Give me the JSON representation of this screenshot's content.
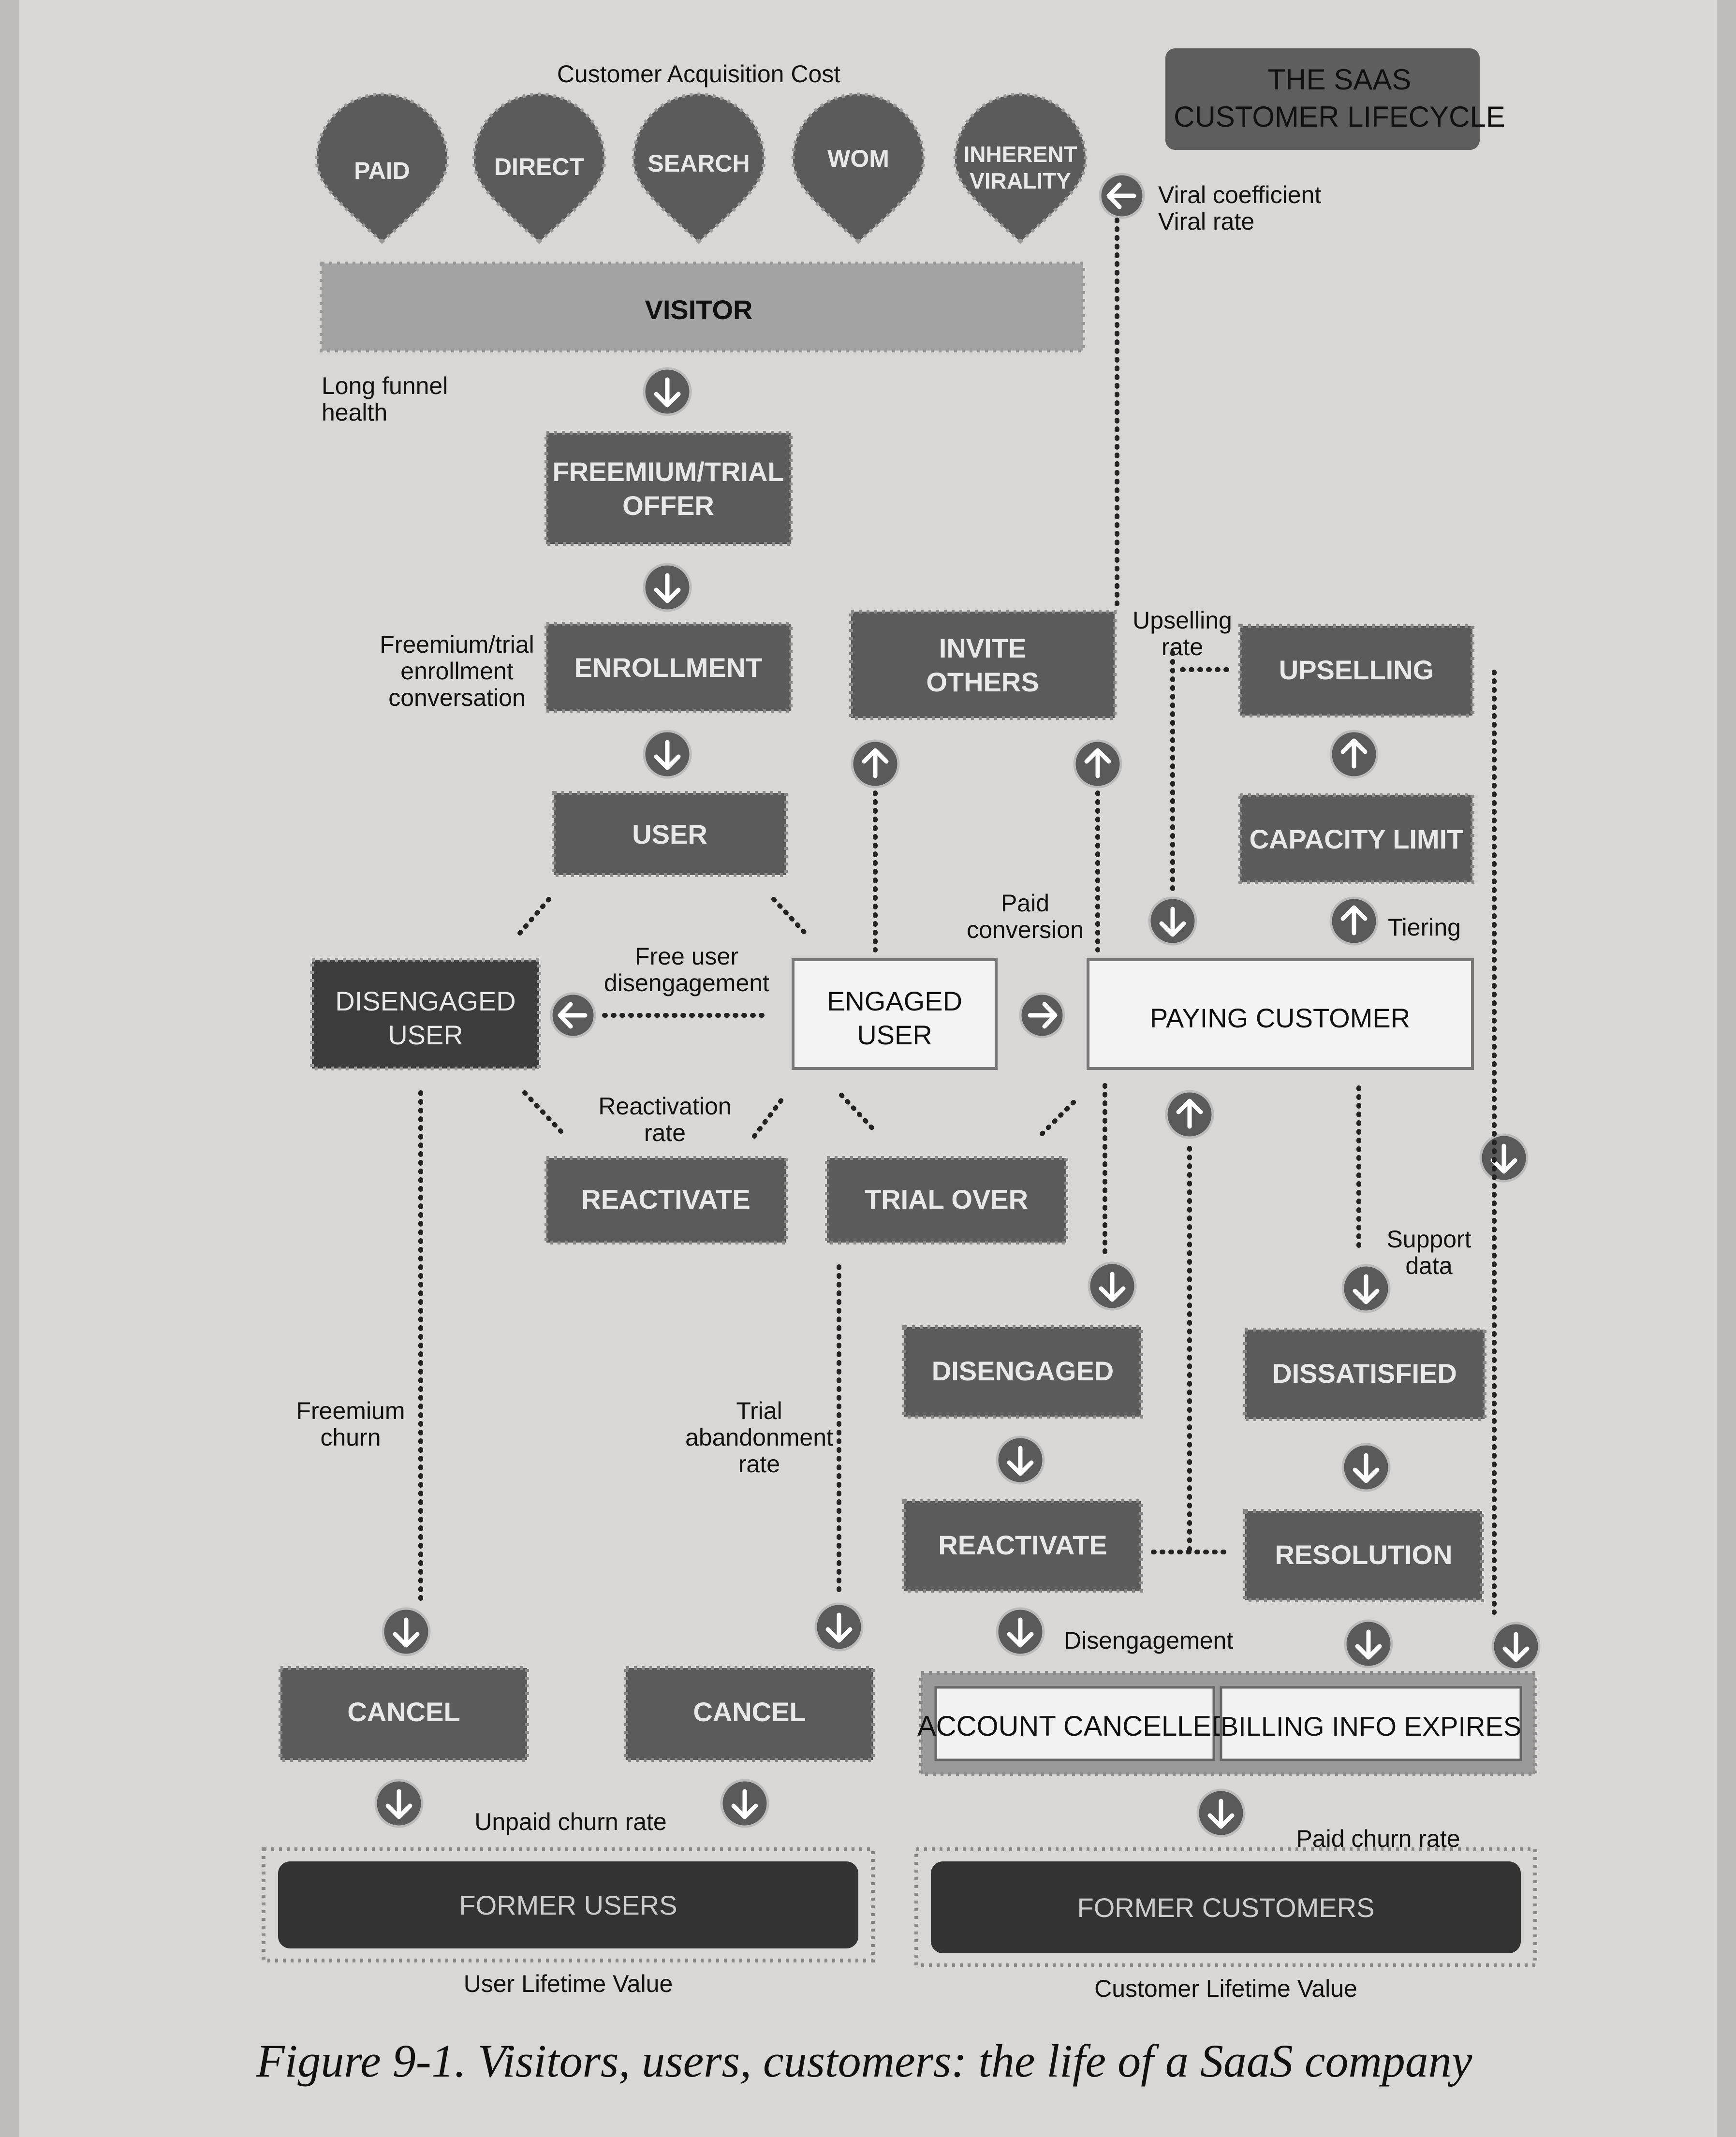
{
  "diagram": {
    "badge_line1": "THE SAAS",
    "badge_line2": "CUSTOMER LIFECYCLE",
    "acquisition_cost_label": "Customer Acquisition Cost",
    "channels": [
      "PAID",
      "DIRECT",
      "SEARCH",
      "WOM",
      "INHERENT",
      "VIRALITY"
    ],
    "viral_line1": "Viral coefficient",
    "viral_line2": "Viral rate",
    "visitor": "VISITOR",
    "long_funnel_line1": "Long funnel",
    "long_funnel_line2": "health",
    "freemium_offer_line1": "FREEMIUM/TRIAL",
    "freemium_offer_line2": "OFFER",
    "enrollment_conv_line1": "Freemium/trial",
    "enrollment_conv_line2": "enrollment",
    "enrollment_conv_line3": "conversation",
    "enrollment": "ENROLLMENT",
    "invite_line1": "INVITE",
    "invite_line2": "OTHERS",
    "upselling_rate_line1": "Upselling",
    "upselling_rate_line2": "rate",
    "upselling": "UPSELLING",
    "user": "USER",
    "capacity_limit": "CAPACITY LIMIT",
    "paid_conv_line1": "Paid",
    "paid_conv_line2": "conversion",
    "tiering": "Tiering",
    "free_diseng_line1": "Free user",
    "free_diseng_line2": "disengagement",
    "disengaged_user_line1": "DISENGAGED",
    "disengaged_user_line2": "USER",
    "engaged_user_line1": "ENGAGED",
    "engaged_user_line2": "USER",
    "paying_customer": "PAYING CUSTOMER",
    "reactivation_line1": "Reactivation",
    "reactivation_line2": "rate",
    "reactivate": "REACTIVATE",
    "trial_over": "TRIAL OVER",
    "support_line1": "Support",
    "support_line2": "data",
    "disengaged": "DISENGAGED",
    "dissatisfied": "DISSATISFIED",
    "freemium_churn_line1": "Freemium",
    "freemium_churn_line2": "churn",
    "trial_aband_line1": "Trial",
    "trial_aband_line2": "abandonment",
    "trial_aband_line3": "rate",
    "reactivate2": "REACTIVATE",
    "resolution": "RESOLUTION",
    "disengagement": "Disengagement",
    "cancel": "CANCEL",
    "account_cancelled": "ACCOUNT CANCELLED",
    "billing_info_expires": "BILLING INFO EXPIRES",
    "unpaid_churn": "Unpaid churn rate",
    "paid_churn": "Paid churn rate",
    "former_users": "FORMER USERS",
    "former_customers": "FORMER CUSTOMERS",
    "user_ltv": "User Lifetime Value",
    "customer_ltv": "Customer Lifetime Value",
    "caption": "Figure 9-1. Visitors, users, customers: the life of a SaaS company"
  }
}
